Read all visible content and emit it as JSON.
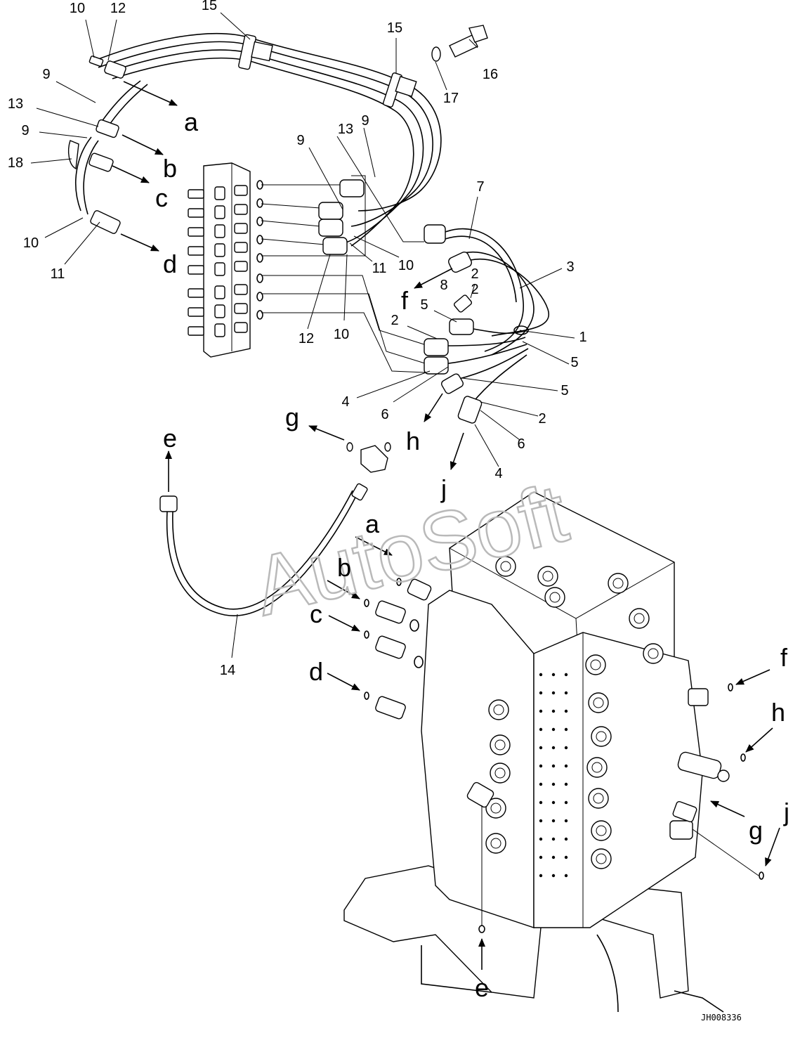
{
  "watermark": "AutoSoft",
  "drawing_code": "JH008336",
  "callouts": [
    "10",
    "12",
    "15",
    "15",
    "16",
    "17",
    "9",
    "13",
    "9",
    "18",
    "9",
    "13",
    "9",
    "7",
    "3",
    "1",
    "2",
    "8",
    "2",
    "5",
    "2",
    "5",
    "4",
    "6",
    "5",
    "2",
    "6",
    "4",
    "11",
    "10",
    "11",
    "10",
    "12",
    "10",
    "14"
  ],
  "connection_letters": [
    "a",
    "b",
    "c",
    "d",
    "f",
    "g",
    "e",
    "h",
    "j",
    "a",
    "b",
    "c",
    "d",
    "f",
    "h",
    "g",
    "j",
    "e"
  ]
}
